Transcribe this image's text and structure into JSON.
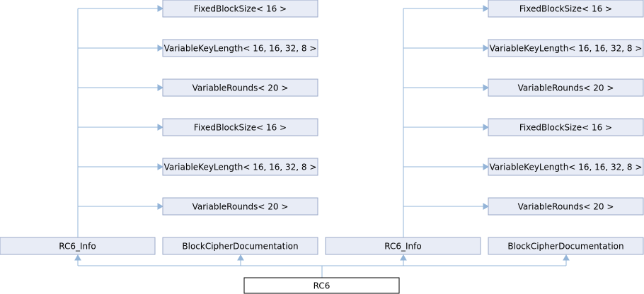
{
  "diagram": {
    "root": {
      "label": "RC6"
    },
    "groups": [
      {
        "info": {
          "label": "RC6_Info"
        },
        "doc": {
          "label": "BlockCipherDocumentation"
        },
        "bases": [
          {
            "label": "FixedBlockSize< 16 >"
          },
          {
            "label": "VariableKeyLength< 16, 16, 32, 8 >"
          },
          {
            "label": "VariableRounds< 20 >"
          },
          {
            "label": "FixedBlockSize< 16 >"
          },
          {
            "label": "VariableKeyLength< 16, 16, 32, 8 >"
          },
          {
            "label": "VariableRounds< 20 >"
          }
        ]
      },
      {
        "info": {
          "label": "RC6_Info"
        },
        "doc": {
          "label": "BlockCipherDocumentation"
        },
        "bases": [
          {
            "label": "FixedBlockSize< 16 >"
          },
          {
            "label": "VariableKeyLength< 16, 16, 32, 8 >"
          },
          {
            "label": "VariableRounds< 20 >"
          },
          {
            "label": "FixedBlockSize< 16 >"
          },
          {
            "label": "VariableKeyLength< 16, 16, 32, 8 >"
          },
          {
            "label": "VariableRounds< 20 >"
          }
        ]
      }
    ]
  }
}
